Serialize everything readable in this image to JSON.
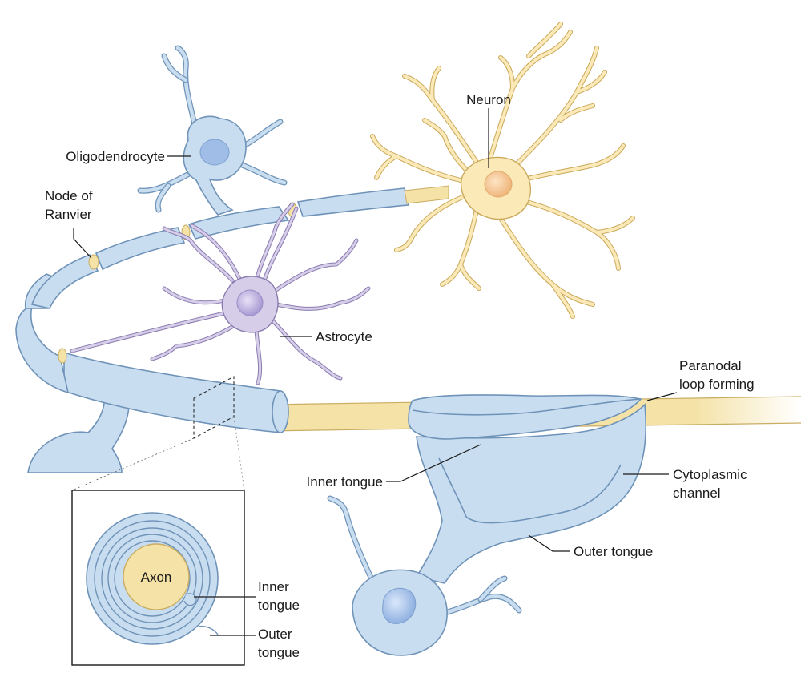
{
  "labels": {
    "oligodendrocyte": "Oligodendrocyte",
    "node_line1": "Node of",
    "node_line2": "Ranvier",
    "neuron": "Neuron",
    "astrocyte": "Astrocyte",
    "paranodal_line1": "Paranodal",
    "paranodal_line2": "loop forming",
    "inner_tongue": "Inner tongue",
    "cytoplasmic_line1": "Cytoplasmic",
    "cytoplasmic_line2": "channel",
    "outer_tongue": "Outer tongue",
    "inset_axon": "Axon",
    "inset_inner_line1": "Inner",
    "inset_inner_line2": "tongue",
    "inset_outer_line1": "Outer",
    "inset_outer_line2": "tongue"
  },
  "colors": {
    "myelin": "#c9ddf0",
    "axon": "#f4e2a6",
    "astrocyte": "#d6cde8",
    "neuron": "#fbe9b8"
  }
}
